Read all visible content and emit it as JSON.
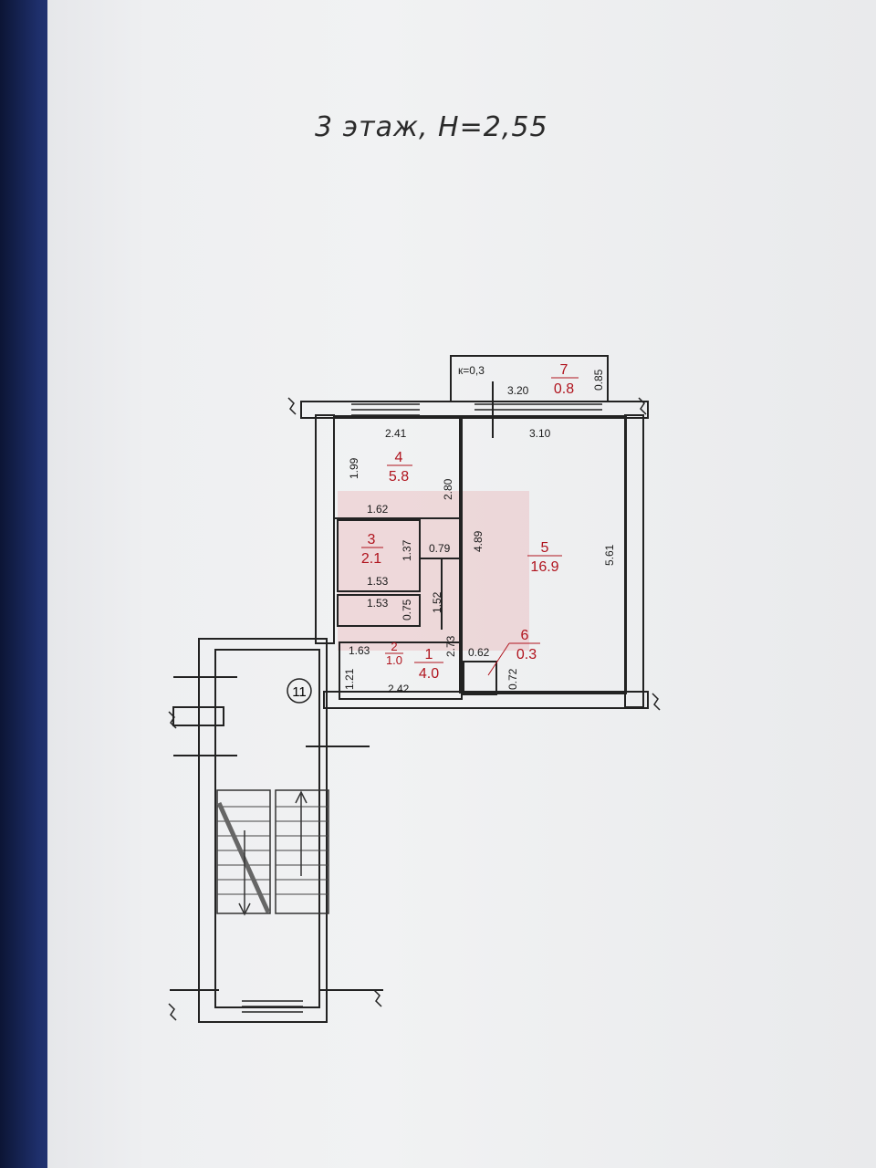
{
  "page": {
    "title": "3 этаж, Н=2,55"
  },
  "plan": {
    "balcony_coef": "к=0,3",
    "section_label": "11",
    "rooms": [
      {
        "num": "1",
        "area": "4.0"
      },
      {
        "num": "2",
        "area": "1.0"
      },
      {
        "num": "3",
        "area": "2.1"
      },
      {
        "num": "4",
        "area": "5.8"
      },
      {
        "num": "5",
        "area": "16.9"
      },
      {
        "num": "6",
        "area": "0.3"
      },
      {
        "num": "7",
        "area": "0.8"
      }
    ],
    "dimensions": {
      "d_320": "3.20",
      "d_085": "0.85",
      "d_241": "2.41",
      "d_310": "3.10",
      "d_199": "1.99",
      "d_280": "2.80",
      "d_162": "1.62",
      "d_137": "1.37",
      "d_079": "0.79",
      "d_489": "4.89",
      "d_561": "5.61",
      "d_153a": "1.53",
      "d_153b": "1.53",
      "d_075": "0.75",
      "d_152": "1.52",
      "d_163": "1.63",
      "d_273": "2.73",
      "d_062": "0.62",
      "d_121": "1.21",
      "d_242": "2.42",
      "d_072": "0.72"
    }
  }
}
